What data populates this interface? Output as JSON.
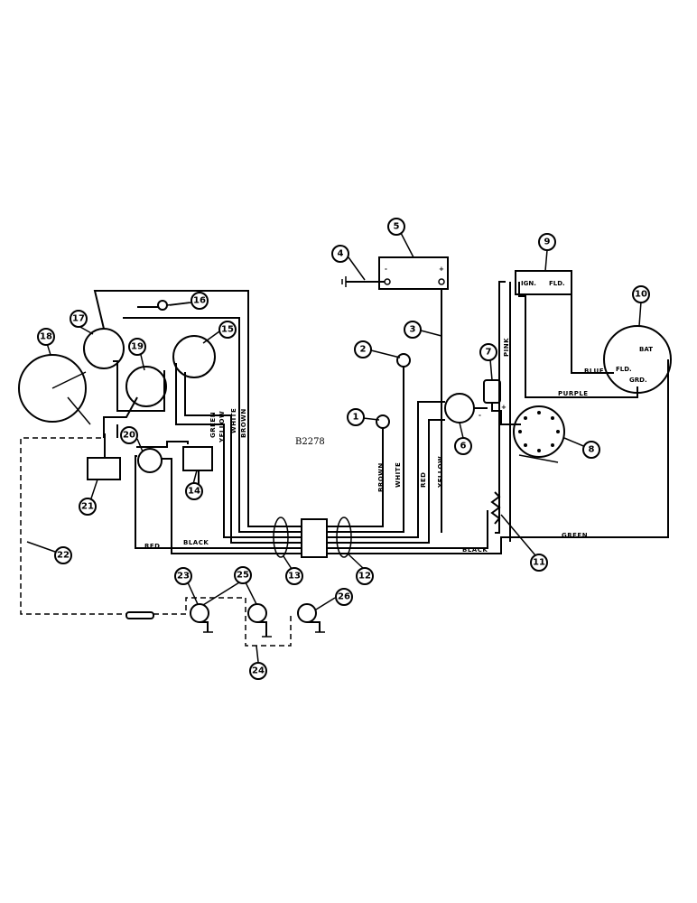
{
  "drawing_number": "B2278",
  "callouts": [
    "1",
    "2",
    "3",
    "4",
    "5",
    "6",
    "7",
    "8",
    "9",
    "10",
    "11",
    "12",
    "13",
    "14",
    "15",
    "16",
    "17",
    "18",
    "19",
    "20",
    "21",
    "22",
    "23",
    "24",
    "25",
    "26"
  ],
  "wire_labels": {
    "brown": "BROWN",
    "white": "WHITE",
    "red": "RED",
    "yellow": "YELLOW",
    "green": "GREEN",
    "black": "BLACK",
    "pink": "PINK",
    "blue": "BLUE",
    "purple": "PURPLE"
  },
  "terminal_labels": {
    "ign": "IGN.",
    "fld": "FLD.",
    "bat": "BAT",
    "grd": "GRD.",
    "minus": "-",
    "plus": "+"
  }
}
